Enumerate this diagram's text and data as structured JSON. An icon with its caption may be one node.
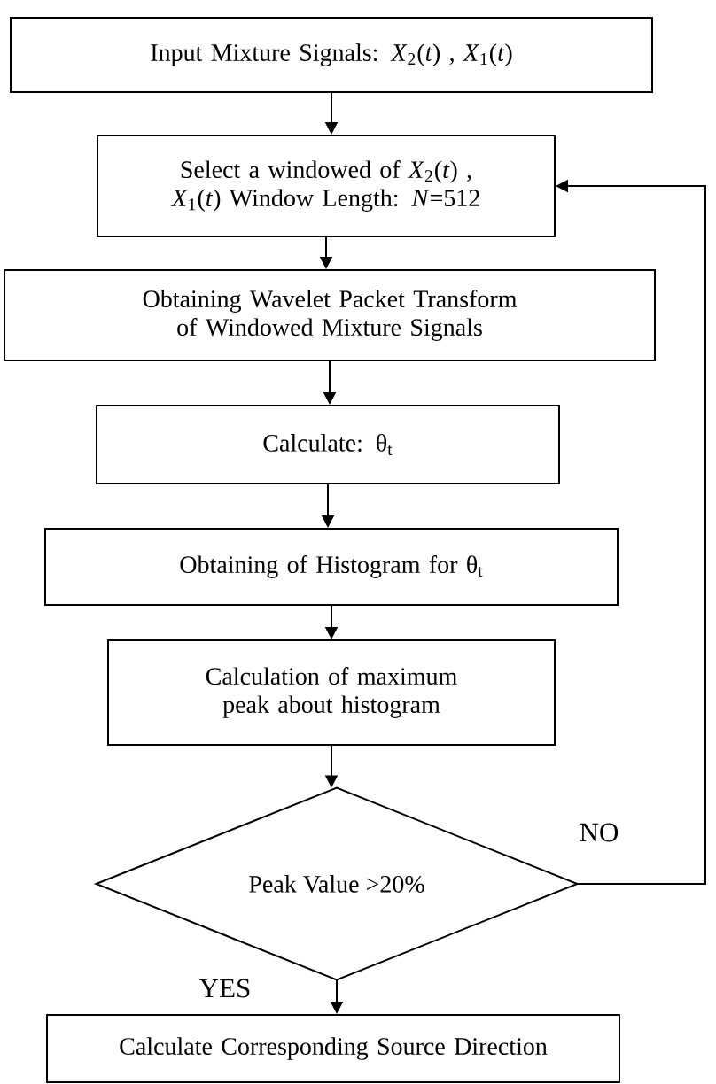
{
  "diagram": {
    "nodes": [
      {
        "text": [
          "Input Mixture Signals: *X*$_{2}$(*t*) , *X*$_{1}$(*t*)"
        ]
      },
      {
        "text": [
          "Select a windowed of *X*$_{2}$(*t*) , *X*$_{1}$(*t*) Window Length: *N*=512"
        ]
      },
      {
        "text": [
          "Obtaining Wavelet Packet Transform of Windowed Mixture Signals"
        ]
      },
      {
        "text": [
          "Calculate: θ$_{t}$"
        ]
      },
      {
        "text": [
          "Obtaining of Histogram for θ$_{t}$"
        ]
      },
      {
        "text": [
          "Calculation of maximum peak about histogram"
        ]
      },
      {
        "text": [
          "Peak Value >20%"
        ]
      },
      {
        "text": [
          "Calculate Corresponding Source Direction"
        ]
      }
    ],
    "edges": [
      {
        "from": 0,
        "to": 1,
        "arrow": "to"
      },
      {
        "from": 1,
        "to": 2,
        "arrow": "to"
      },
      {
        "from": 2,
        "to": 3,
        "arrow": "to"
      },
      {
        "from": 3,
        "to": 4,
        "arrow": "to"
      },
      {
        "from": 4,
        "to": 5,
        "arrow": "to"
      },
      {
        "from": 5,
        "to": 6,
        "arrow": "to"
      },
      {
        "from": 6,
        "to": 1,
        "arrow": "to",
        "label": "NO"
      },
      {
        "from": 6,
        "to": 7,
        "arrow": "to",
        "label": "YES"
      }
    ]
  }
}
